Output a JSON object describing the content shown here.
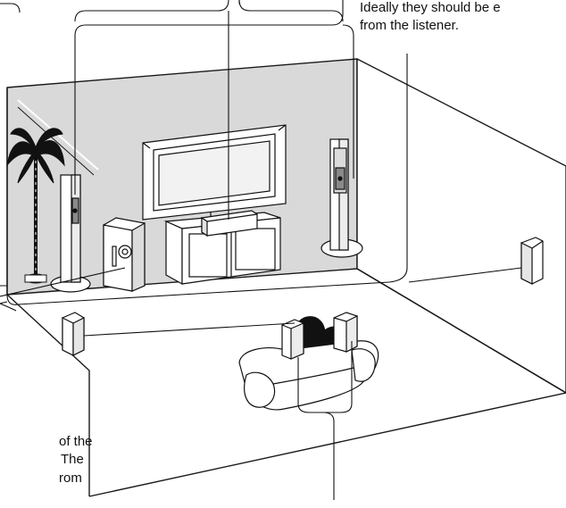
{
  "captions": {
    "top_right_line1": "Ideally they should be e",
    "top_right_line2": "from the listener.",
    "bottom_left_line1": "of the",
    "bottom_left_line2": "The",
    "bottom_left_line3": "rom"
  },
  "colors": {
    "line": "#1a1a1a",
    "back_wall": "#d9d9d9",
    "side_wall": "#ffffff",
    "dark_grey": "#8a8a8a",
    "black": "#111111"
  },
  "objects": {
    "plant": "palm-tree",
    "tv": "flat-panel-tv",
    "front_left": "tower-speaker",
    "front_right": "tower-speaker",
    "center": "center-speaker",
    "subwoofer": "subwoofer",
    "surround_left": "surround-speaker",
    "surround_right": "surround-speaker",
    "surround_back": "surround-back-speakers",
    "listener": "sofa-with-listeners"
  }
}
